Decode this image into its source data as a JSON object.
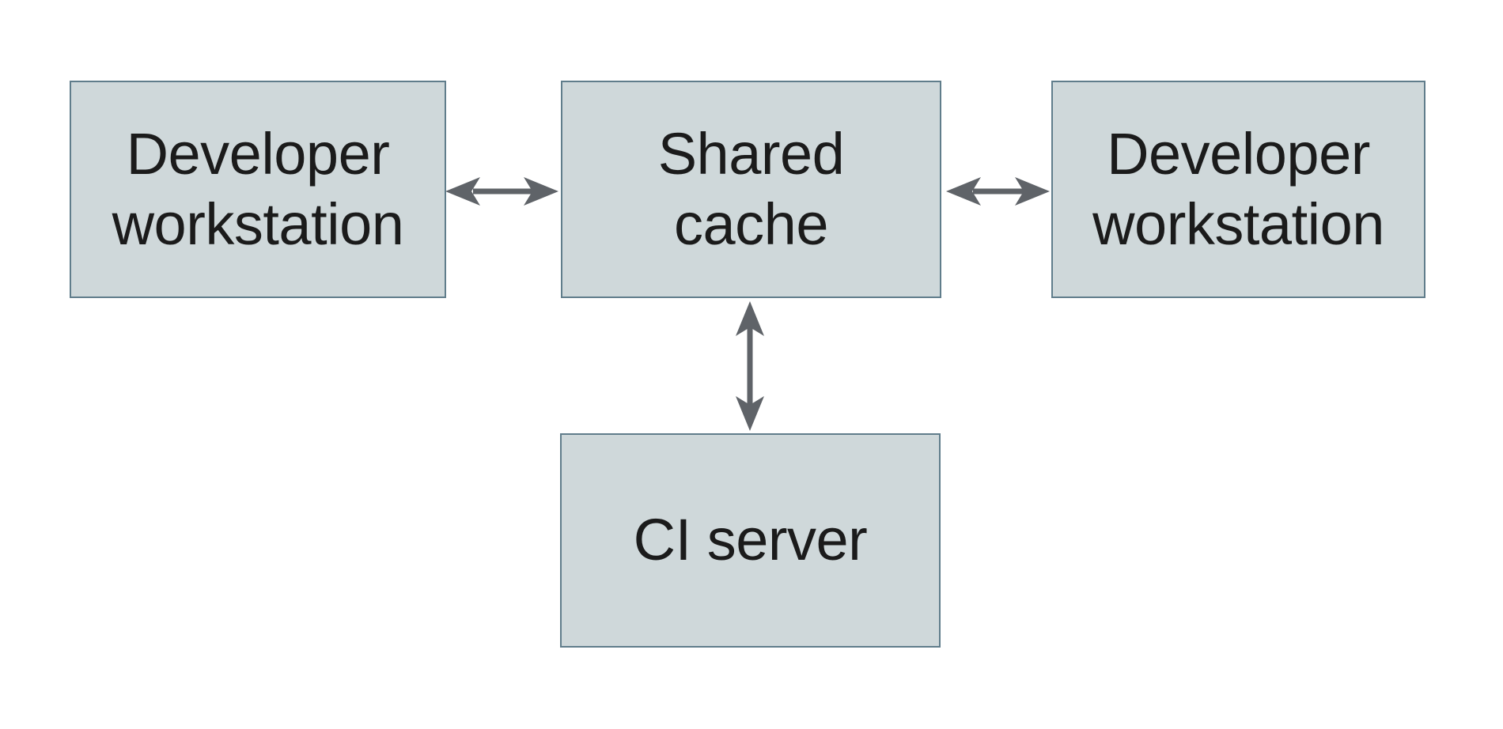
{
  "colors": {
    "canvas-bg": "#ffffff",
    "node-fill": "#cfd8da",
    "node-border": "#607d8b",
    "arrow-color": "#5f6368",
    "text-color": "#1b1b1b"
  },
  "diagram": {
    "type": "architecture-diagram",
    "nodes": [
      {
        "id": "developer-workstation-left",
        "label": "Developer workstation",
        "lines": [
          "Developer",
          "workstation"
        ]
      },
      {
        "id": "shared-cache",
        "label": "Shared cache",
        "lines": [
          "Shared",
          "cache"
        ]
      },
      {
        "id": "developer-workstation-right",
        "label": "Developer workstation",
        "lines": [
          "Developer",
          "workstation"
        ]
      },
      {
        "id": "ci-server",
        "label": "CI server",
        "lines": [
          "CI server"
        ]
      }
    ],
    "edges": [
      {
        "from": "developer-workstation-left",
        "to": "shared-cache",
        "direction": "bidirectional",
        "orientation": "horizontal"
      },
      {
        "from": "shared-cache",
        "to": "developer-workstation-right",
        "direction": "bidirectional",
        "orientation": "horizontal"
      },
      {
        "from": "shared-cache",
        "to": "ci-server",
        "direction": "bidirectional",
        "orientation": "vertical"
      }
    ]
  }
}
